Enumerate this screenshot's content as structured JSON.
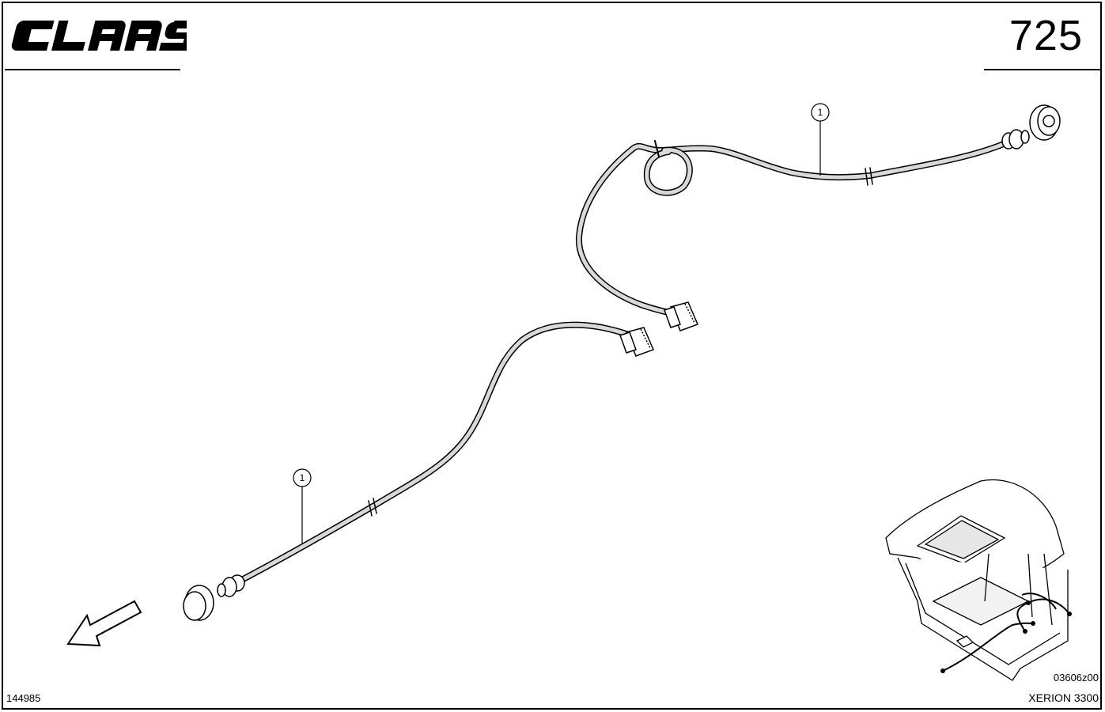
{
  "header": {
    "brand": "CLAAS",
    "page_number": "725"
  },
  "callouts": [
    {
      "label": "1"
    },
    {
      "label": "1"
    }
  ],
  "footer": {
    "drawing_id": "144985",
    "image_code": "03606z00",
    "model": "XERION 3300"
  },
  "colors": {
    "ink": "#000000",
    "cable_fill": "#d9d9d9",
    "paper": "#ffffff"
  }
}
